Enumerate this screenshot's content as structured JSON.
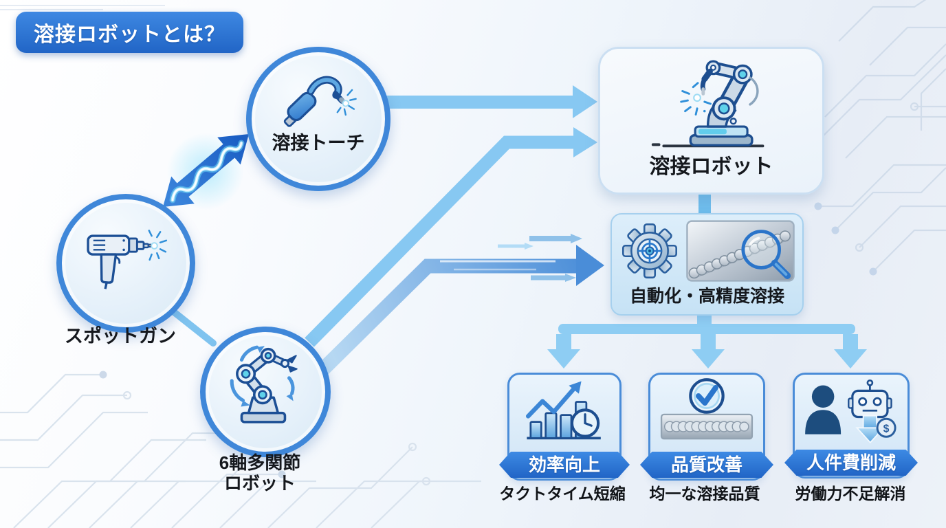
{
  "title": "溶接ロボットとは？",
  "nodes": {
    "welding_torch": {
      "label": "溶接トーチ"
    },
    "spot_gun": {
      "label": "スポットガン"
    },
    "six_axis_robot": {
      "label_line1": "6軸多関節",
      "label_line2": "ロボット"
    },
    "welding_robot": {
      "label": "溶接ロボット"
    },
    "automation": {
      "label": "自動化・高精度溶接"
    }
  },
  "benefits": [
    {
      "banner": "効率向上",
      "caption": "タクトタイム短縮"
    },
    {
      "banner": "品質改善",
      "caption": "均一な溶接品質"
    },
    {
      "banner": "人件費削減",
      "caption": "労働力不足解消",
      "coin": "$"
    }
  ],
  "icons": {
    "welding_torch": "welding-torch-with-sparks-icon",
    "spot_gun": "spot-welding-gun-with-sparks-icon",
    "six_axis_robot": "articulated-robot-arm-rotation-icon",
    "welding_robot": "welding-robot-arm-icon",
    "automation_gear": "gear-crosshair-icon",
    "automation_seam": "weld-seam-magnifier-icon",
    "efficiency": "growth-chart-clock-icon",
    "quality": "checkmark-weld-seam-icon",
    "labor": "person-robot-cost-down-icon",
    "link": "double-arrow-lightning-icon"
  },
  "colors": {
    "badge_blue": "#2e79d9",
    "banner_blue": "#2a72d0",
    "arrow_light_blue": "#87c8f2",
    "arrow_deep_blue": "#4a8dd8",
    "node_border_blue": "#3f87d9",
    "box_border_blue": "#4a8cd8",
    "spark_cyan": "#5fd2ea",
    "text_dark": "#15181d",
    "text_white": "#ffffff"
  }
}
